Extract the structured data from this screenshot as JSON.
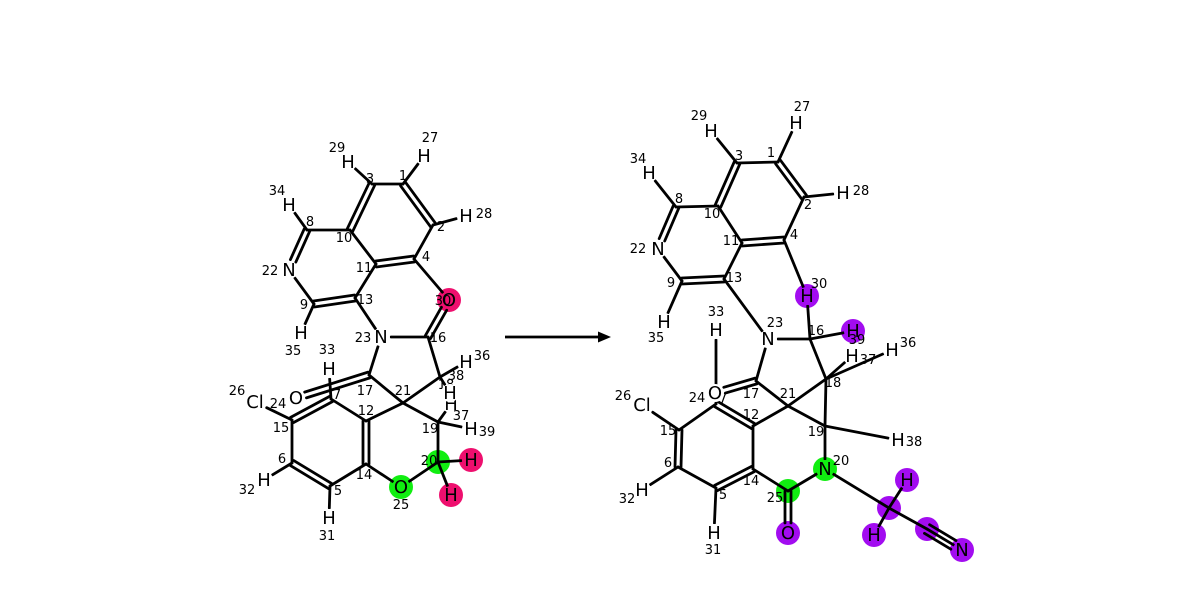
{
  "colors": {
    "green": "#11ee11",
    "pink": "#ee0f6e",
    "purple": "#a20cf0",
    "bond": "#000000"
  },
  "reactant": {
    "atoms": [
      {
        "id": "r1",
        "sym": "",
        "num": "1"
      },
      {
        "id": "r2",
        "sym": "",
        "num": "2"
      },
      {
        "id": "r3",
        "sym": "",
        "num": "3"
      },
      {
        "id": "r4",
        "sym": "",
        "num": "4"
      },
      {
        "id": "r5",
        "sym": "",
        "num": "5"
      },
      {
        "id": "r6",
        "sym": "",
        "num": "6"
      },
      {
        "id": "r7",
        "sym": "",
        "num": "7"
      },
      {
        "id": "r8",
        "sym": "",
        "num": "8"
      },
      {
        "id": "r9",
        "sym": "",
        "num": "9"
      },
      {
        "id": "r10",
        "sym": "",
        "num": "10"
      },
      {
        "id": "r11",
        "sym": "",
        "num": "11"
      },
      {
        "id": "r12",
        "sym": "",
        "num": "12"
      },
      {
        "id": "r13",
        "sym": "",
        "num": "13"
      },
      {
        "id": "r14",
        "sym": "",
        "num": "14"
      },
      {
        "id": "r15",
        "sym": "",
        "num": "15"
      },
      {
        "id": "r16",
        "sym": "",
        "num": "16"
      },
      {
        "id": "r17",
        "sym": "",
        "num": "17"
      },
      {
        "id": "r18",
        "sym": "",
        "num": "18"
      },
      {
        "id": "r19",
        "sym": "",
        "num": "19"
      },
      {
        "id": "r20",
        "sym": "",
        "num": "20",
        "hl": "green"
      },
      {
        "id": "r21",
        "sym": "",
        "num": "21"
      },
      {
        "id": "r22",
        "sym": "N",
        "num": "22"
      },
      {
        "id": "r23",
        "sym": "N",
        "num": "23"
      },
      {
        "id": "r24",
        "sym": "O",
        "num": "24"
      },
      {
        "id": "r25",
        "sym": "O",
        "num": "25",
        "hl": "green"
      },
      {
        "id": "r26",
        "sym": "Cl",
        "num": "26"
      },
      {
        "id": "r27",
        "sym": "H",
        "num": "27"
      },
      {
        "id": "r28",
        "sym": "H",
        "num": "28"
      },
      {
        "id": "r29",
        "sym": "H",
        "num": "29"
      },
      {
        "id": "r30",
        "sym": "O",
        "num": "30",
        "hl": "pink"
      },
      {
        "id": "r31",
        "sym": "H",
        "num": "31"
      },
      {
        "id": "r32",
        "sym": "H",
        "num": "32"
      },
      {
        "id": "r33",
        "sym": "H",
        "num": "33"
      },
      {
        "id": "r34",
        "sym": "H",
        "num": "34"
      },
      {
        "id": "r35",
        "sym": "H",
        "num": "35"
      },
      {
        "id": "r36",
        "sym": "H",
        "num": "36"
      },
      {
        "id": "r37",
        "sym": "H",
        "num": "37"
      },
      {
        "id": "r38",
        "sym": "H",
        "num": "38"
      },
      {
        "id": "r39",
        "sym": "H",
        "num": "39"
      },
      {
        "id": "r40",
        "sym": "H",
        "num": "",
        "hl": "pink"
      },
      {
        "id": "r41",
        "sym": "H",
        "num": "",
        "hl": "pink"
      }
    ],
    "bonds": [
      [
        "r1",
        "r3",
        1
      ],
      [
        "r1",
        "r2",
        2
      ],
      [
        "r2",
        "r4",
        1
      ],
      [
        "r4",
        "r11",
        2
      ],
      [
        "r11",
        "r10",
        1
      ],
      [
        "r10",
        "r3",
        2
      ],
      [
        "r10",
        "r8",
        1
      ],
      [
        "r8",
        "r22",
        2
      ],
      [
        "r22",
        "r9",
        1
      ],
      [
        "r9",
        "r13",
        2
      ],
      [
        "r13",
        "r11",
        1
      ],
      [
        "r13",
        "r23",
        1
      ],
      [
        "r23",
        "r16",
        1
      ],
      [
        "r16",
        "r30",
        2
      ],
      [
        "r16",
        "r18",
        1
      ],
      [
        "r18",
        "r21",
        1
      ],
      [
        "r21",
        "r17",
        1
      ],
      [
        "r17",
        "r23",
        1
      ],
      [
        "r17",
        "r24",
        2
      ],
      [
        "r21",
        "r12",
        1
      ],
      [
        "r21",
        "r19",
        1
      ],
      [
        "r19",
        "r20",
        1
      ],
      [
        "r20",
        "r25",
        1
      ],
      [
        "r25",
        "r14",
        1
      ],
      [
        "r14",
        "r12",
        2
      ],
      [
        "r12",
        "r7",
        1
      ],
      [
        "r7",
        "r15",
        2
      ],
      [
        "r15",
        "r6",
        1
      ],
      [
        "r6",
        "r5",
        2
      ],
      [
        "r5",
        "r14",
        1
      ],
      [
        "r15",
        "r26",
        1
      ],
      [
        "r1",
        "r27",
        1
      ],
      [
        "r2",
        "r28",
        1
      ],
      [
        "r3",
        "r29",
        1
      ],
      [
        "r4",
        "r30",
        1
      ],
      [
        "r5",
        "r31",
        1
      ],
      [
        "r6",
        "r32",
        1
      ],
      [
        "r7",
        "r33",
        1
      ],
      [
        "r8",
        "r34",
        1
      ],
      [
        "r9",
        "r35",
        1
      ],
      [
        "r18",
        "r36",
        1
      ],
      [
        "r18",
        "r38",
        1
      ],
      [
        "r19",
        "r37",
        1
      ],
      [
        "r19",
        "r39",
        1
      ],
      [
        "r20",
        "r40",
        1
      ],
      [
        "r20",
        "r41",
        1
      ]
    ]
  },
  "product": {
    "atoms": [
      {
        "id": "p1",
        "sym": "",
        "num": "1"
      },
      {
        "id": "p2",
        "sym": "",
        "num": "2"
      },
      {
        "id": "p3",
        "sym": "",
        "num": "3"
      },
      {
        "id": "p4",
        "sym": "",
        "num": "4"
      },
      {
        "id": "p5",
        "sym": "",
        "num": "5"
      },
      {
        "id": "p6",
        "sym": "",
        "num": "6"
      },
      {
        "id": "p7",
        "sym": "",
        "num": "7"
      },
      {
        "id": "p8",
        "sym": "",
        "num": "8"
      },
      {
        "id": "p9",
        "sym": "",
        "num": "9"
      },
      {
        "id": "p10",
        "sym": "",
        "num": "10"
      },
      {
        "id": "p11",
        "sym": "",
        "num": "11"
      },
      {
        "id": "p12",
        "sym": "",
        "num": "12"
      },
      {
        "id": "p13",
        "sym": "",
        "num": "13"
      },
      {
        "id": "p14",
        "sym": "",
        "num": "14"
      },
      {
        "id": "p15",
        "sym": "",
        "num": "15"
      },
      {
        "id": "p16",
        "sym": "",
        "num": "16"
      },
      {
        "id": "p17",
        "sym": "",
        "num": "17"
      },
      {
        "id": "p18",
        "sym": "",
        "num": "18"
      },
      {
        "id": "p19",
        "sym": "",
        "num": "19"
      },
      {
        "id": "p20",
        "sym": "N",
        "num": "20",
        "hl": "green"
      },
      {
        "id": "p21",
        "sym": "",
        "num": "21"
      },
      {
        "id": "p22",
        "sym": "N",
        "num": "22"
      },
      {
        "id": "p23",
        "sym": "N",
        "num": "23"
      },
      {
        "id": "p24",
        "sym": "O",
        "num": "24"
      },
      {
        "id": "p25",
        "sym": "",
        "num": "25",
        "hl": "green"
      },
      {
        "id": "p26",
        "sym": "Cl",
        "num": "26"
      },
      {
        "id": "p27",
        "sym": "H",
        "num": "27"
      },
      {
        "id": "p28",
        "sym": "H",
        "num": "28"
      },
      {
        "id": "p29",
        "sym": "H",
        "num": "29"
      },
      {
        "id": "p30",
        "sym": "H",
        "num": "30",
        "hl": "purple"
      },
      {
        "id": "p31",
        "sym": "H",
        "num": "31"
      },
      {
        "id": "p32",
        "sym": "H",
        "num": "32"
      },
      {
        "id": "p33",
        "sym": "H",
        "num": "33"
      },
      {
        "id": "p34",
        "sym": "H",
        "num": "34"
      },
      {
        "id": "p35",
        "sym": "H",
        "num": "35"
      },
      {
        "id": "p36",
        "sym": "H",
        "num": "36"
      },
      {
        "id": "p37",
        "sym": "H",
        "num": "37"
      },
      {
        "id": "p38",
        "sym": "H",
        "num": "38"
      },
      {
        "id": "p39",
        "sym": "H",
        "num": "39",
        "hl": "purple"
      },
      {
        "id": "p40",
        "sym": "O",
        "num": "",
        "hl": "purple"
      },
      {
        "id": "p41",
        "sym": "",
        "num": "",
        "hl": "purple"
      },
      {
        "id": "p42",
        "sym": "H",
        "num": "",
        "hl": "purple"
      },
      {
        "id": "p43",
        "sym": "H",
        "num": "",
        "hl": "purple"
      },
      {
        "id": "p44",
        "sym": "",
        "num": "",
        "hl": "purple"
      },
      {
        "id": "p45",
        "sym": "N",
        "num": "",
        "hl": "purple"
      }
    ],
    "bonds": [
      [
        "p3",
        "p1",
        1
      ],
      [
        "p1",
        "p2",
        2
      ],
      [
        "p2",
        "p4",
        1
      ],
      [
        "p4",
        "p11",
        2
      ],
      [
        "p11",
        "p10",
        1
      ],
      [
        "p10",
        "p3",
        2
      ],
      [
        "p10",
        "p8",
        1
      ],
      [
        "p8",
        "p22",
        2
      ],
      [
        "p22",
        "p9",
        1
      ],
      [
        "p9",
        "p13",
        2
      ],
      [
        "p13",
        "p11",
        1
      ],
      [
        "p13",
        "p23",
        1
      ],
      [
        "p23",
        "p16",
        1
      ],
      [
        "p23",
        "p17",
        1
      ],
      [
        "p17",
        "p24",
        2
      ],
      [
        "p17",
        "p21",
        1
      ],
      [
        "p16",
        "p18",
        1
      ],
      [
        "p21",
        "p18",
        1
      ],
      [
        "p21",
        "p19",
        1
      ],
      [
        "p18",
        "p19",
        1
      ],
      [
        "p21",
        "p12",
        1
      ],
      [
        "p12",
        "p7",
        2
      ],
      [
        "p7",
        "p15",
        1
      ],
      [
        "p15",
        "p6",
        2
      ],
      [
        "p6",
        "p5",
        1
      ],
      [
        "p5",
        "p14",
        2
      ],
      [
        "p14",
        "p12",
        1
      ],
      [
        "p14",
        "p25",
        1
      ],
      [
        "p25",
        "p20",
        1
      ],
      [
        "p20",
        "p19",
        1
      ],
      [
        "p25",
        "p40",
        2
      ],
      [
        "p20",
        "p41",
        1
      ],
      [
        "p41",
        "p44",
        1
      ],
      [
        "p44",
        "p45",
        3
      ],
      [
        "p15",
        "p26",
        1
      ],
      [
        "p1",
        "p27",
        1
      ],
      [
        "p2",
        "p28",
        1
      ],
      [
        "p3",
        "p29",
        1
      ],
      [
        "p4",
        "p30",
        1
      ],
      [
        "p5",
        "p31",
        1
      ],
      [
        "p6",
        "p32",
        1
      ],
      [
        "p7",
        "p33",
        1
      ],
      [
        "p8",
        "p34",
        1
      ],
      [
        "p9",
        "p35",
        1
      ],
      [
        "p18",
        "p36",
        1
      ],
      [
        "p18",
        "p37",
        1
      ],
      [
        "p19",
        "p38",
        1
      ],
      [
        "p16",
        "p30",
        1
      ],
      [
        "p16",
        "p39",
        1
      ],
      [
        "p41",
        "p42",
        1
      ],
      [
        "p41",
        "p43",
        1
      ]
    ]
  }
}
